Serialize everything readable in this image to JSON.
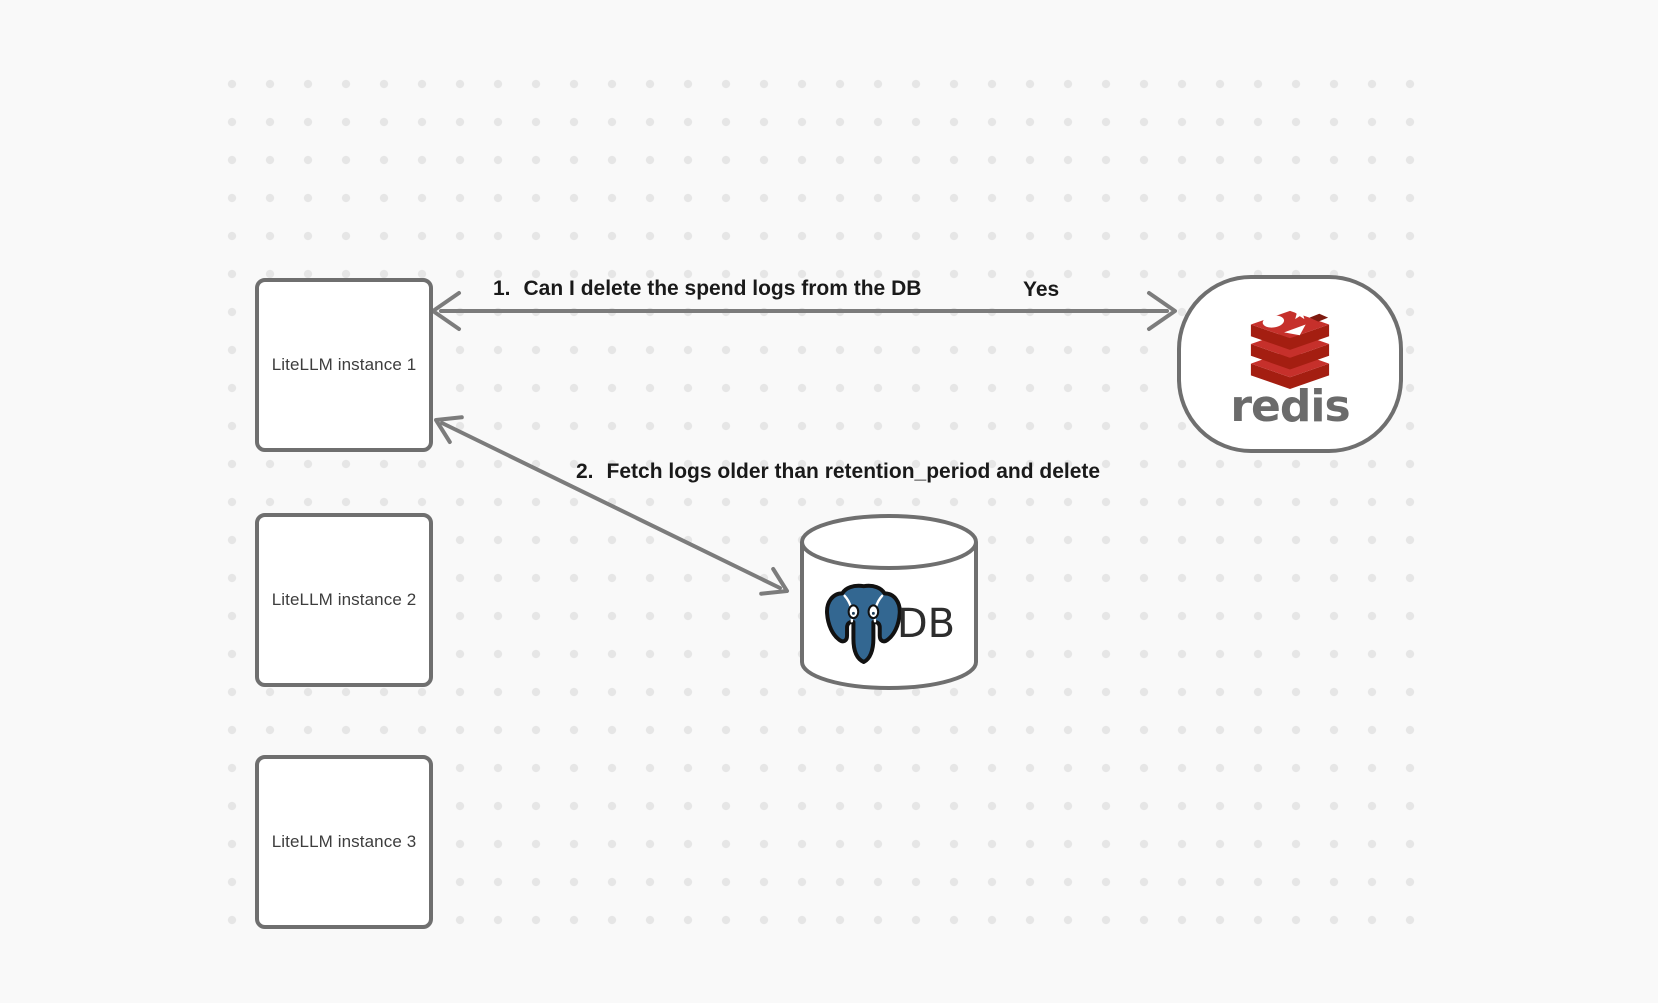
{
  "canvas": {
    "background_color": "#f9f9f9",
    "dot_color": "#e6e6e6",
    "shape_stroke_color": "#6f6f6f",
    "arrow_color": "#7c7c7c"
  },
  "nodes": {
    "litellm_instances": [
      {
        "label": "LiteLLM instance 1"
      },
      {
        "label": "LiteLLM instance 2"
      },
      {
        "label": "LiteLLM instance 3"
      }
    ],
    "redis": {
      "wordmark": "redis",
      "icon": "redis-stacked-layers-logo",
      "brand_red": "#C6302B",
      "brand_red_dark": "#A41E11"
    },
    "database": {
      "label": "DB",
      "icon": "postgresql-elephant-logo",
      "brand_blue": "#336791"
    }
  },
  "edges": [
    {
      "id": "litellm-redis",
      "step_number": "1.",
      "label": "Can I delete the spend logs from the DB",
      "response_label": "Yes",
      "style": "double-headed-arrow"
    },
    {
      "id": "litellm-db",
      "step_number": "2.",
      "label": "Fetch logs older than retention_period and delete",
      "style": "double-headed-arrow"
    }
  ]
}
